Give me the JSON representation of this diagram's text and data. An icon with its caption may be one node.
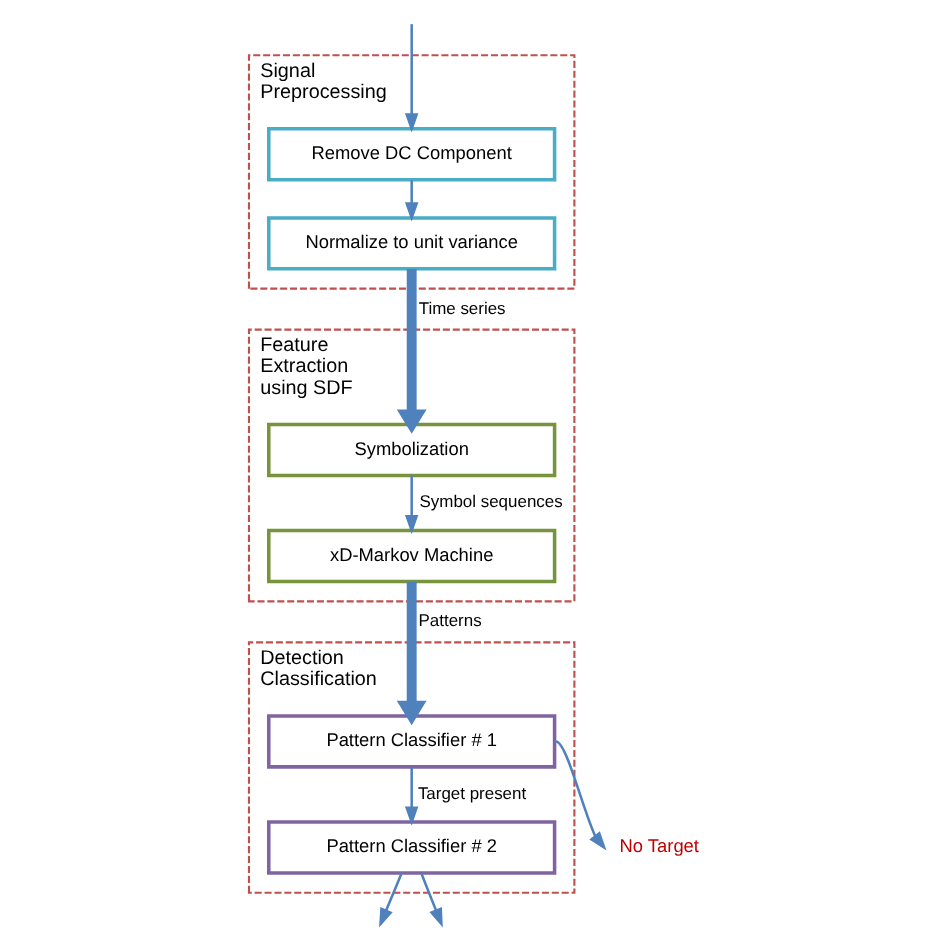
{
  "diagram": {
    "nodes": [
      {
        "text": [
          "Signal Preprocessing"
        ]
      },
      {
        "text": [
          "Remove DC Component"
        ],
        "in": 0
      },
      {
        "text": [
          "Normalize to unit variance"
        ],
        "in": 0
      },
      {
        "text": [
          "Feature Extraction using SDF"
        ]
      },
      {
        "text": [
          "Symbolization"
        ],
        "in": 3
      },
      {
        "text": [
          "xD-Markov Machine"
        ],
        "in": 3
      },
      {
        "text": [
          "Detection",
          "Classification"
        ]
      },
      {
        "text": [
          "Pattern Classifier # 1"
        ],
        "in": 6
      },
      {
        "text": [
          "Pattern Classifier # 2"
        ],
        "in": 6
      },
      {
        "text": [
          "No Target"
        ]
      }
    ],
    "edges": [
      {
        "from": null,
        "to": 1,
        "arrow": "to"
      },
      {
        "from": 1,
        "to": 2,
        "arrow": "to"
      },
      {
        "from": 2,
        "to": 4,
        "arrow": "to",
        "label": "Time series",
        "style": "thick"
      },
      {
        "from": 4,
        "to": 5,
        "arrow": "to",
        "label": "Symbol sequences"
      },
      {
        "from": 5,
        "to": 7,
        "arrow": "to",
        "label": "Patterns",
        "style": "thick"
      },
      {
        "from": 7,
        "to": 9,
        "arrow": "to"
      },
      {
        "from": 7,
        "to": 8,
        "arrow": "to",
        "label": "Target present"
      },
      {
        "from": 8,
        "to": null,
        "arrow": "to"
      },
      {
        "from": 8,
        "to": null,
        "arrow": "to"
      }
    ]
  }
}
